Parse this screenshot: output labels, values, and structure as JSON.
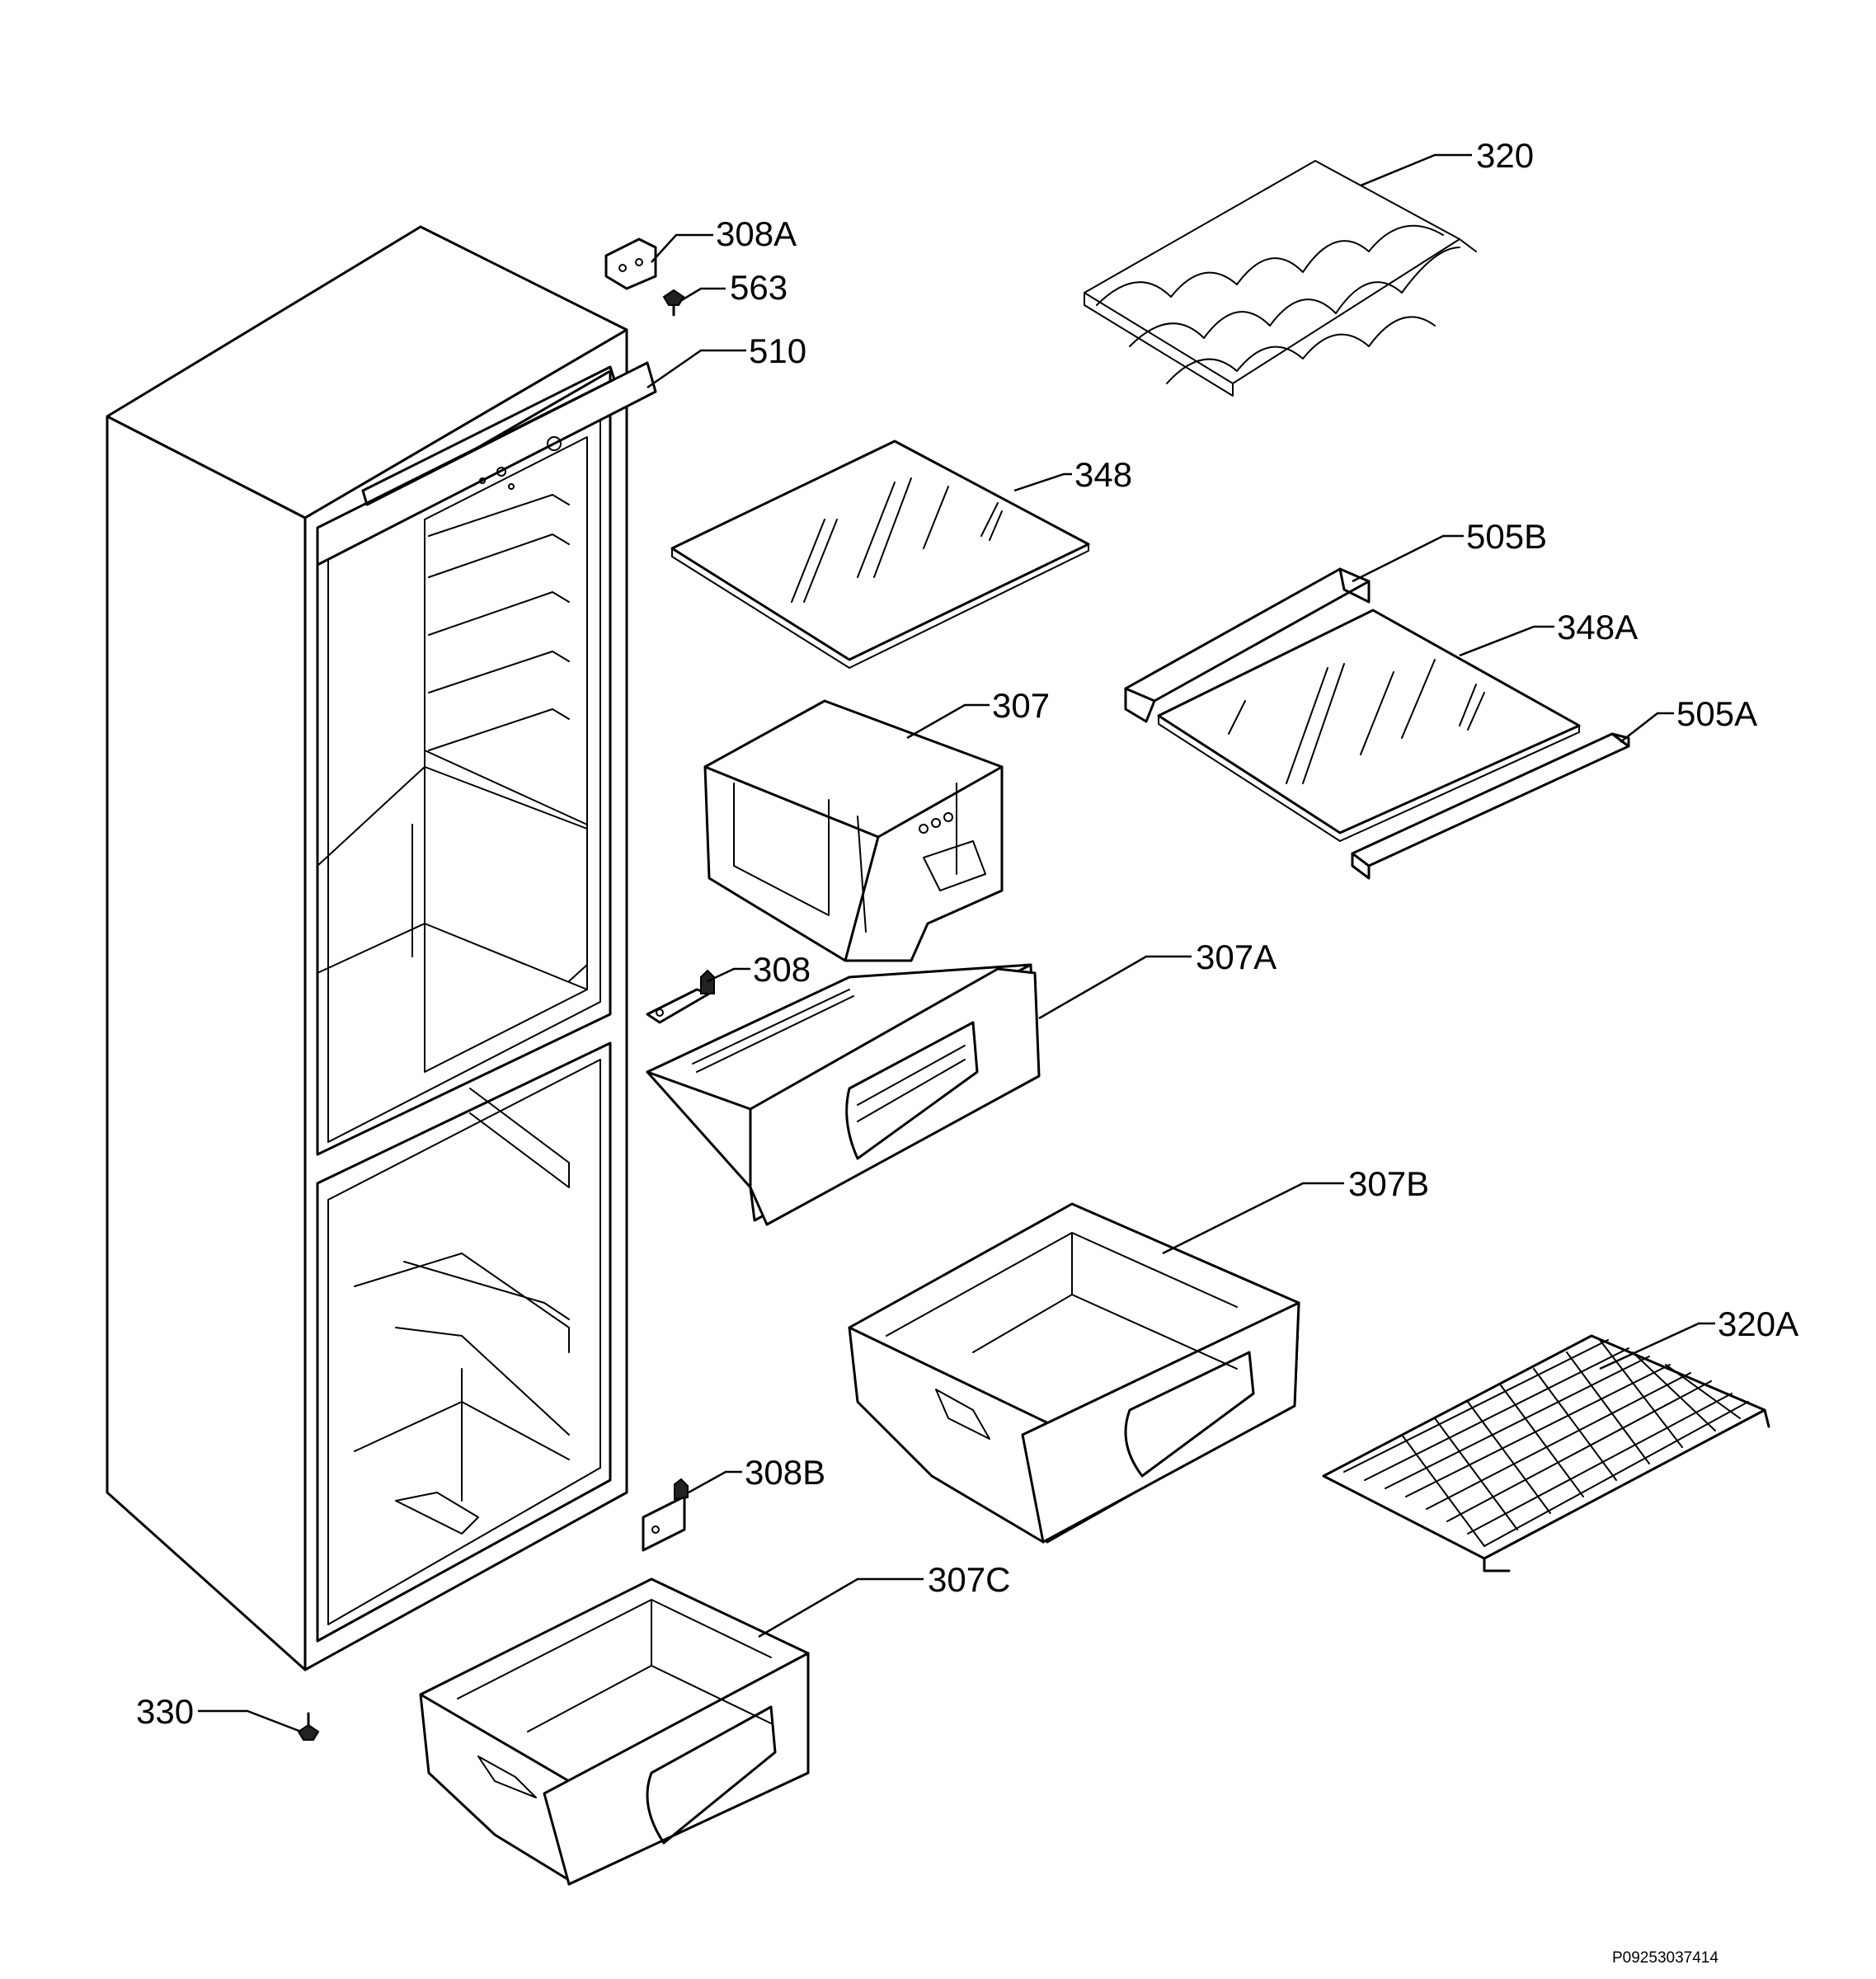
{
  "labels": {
    "p320": "320",
    "p308a": "308A",
    "p563": "563",
    "p510": "510",
    "p348": "348",
    "p505b": "505B",
    "p348a": "348A",
    "p505a": "505A",
    "p307": "307",
    "p308": "308",
    "p307a": "307A",
    "p307b": "307B",
    "p320a": "320A",
    "p308b": "308B",
    "p307c": "307C",
    "p330": "330"
  },
  "drawing_ref": "P09253037414"
}
